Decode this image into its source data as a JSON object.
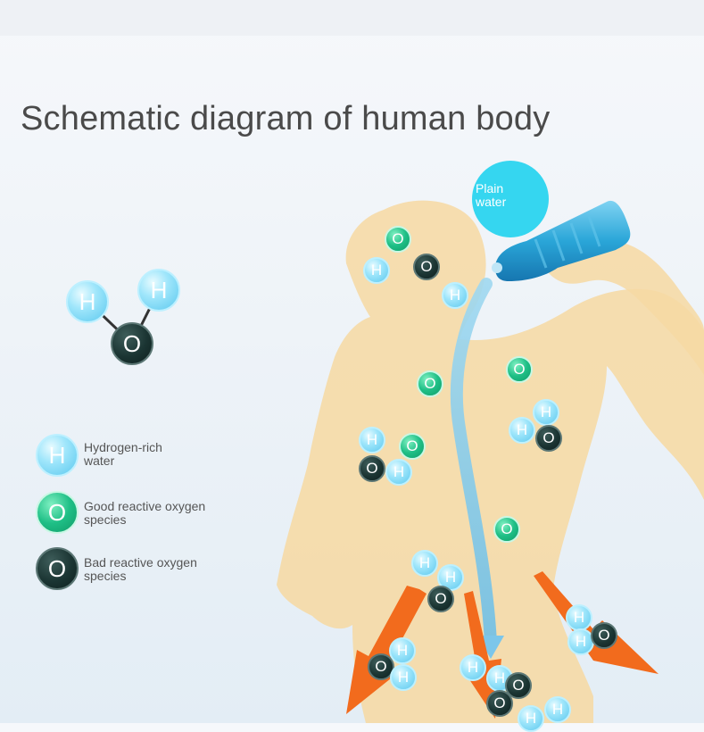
{
  "title": "Schematic diagram of human body",
  "bubble": {
    "line1": "Plain",
    "line2": "water"
  },
  "molecule_labels": {
    "h": "H",
    "o": "O"
  },
  "legend": [
    {
      "symbol": "H",
      "kind": "hydrogen",
      "line1": "Hydrogen-rich",
      "line2": "water"
    },
    {
      "symbol": "O",
      "kind": "good",
      "line1": "Good reactive oxygen",
      "line2": "species"
    },
    {
      "symbol": "O",
      "kind": "bad",
      "line1": "Bad reactive oxygen",
      "line2": "species"
    }
  ],
  "colors": {
    "hydrogen": "#5cc8ee",
    "good_oxygen": "#1fbf86",
    "bad_oxygen": "#1b3533",
    "body": "#f6d9a4",
    "arrow": "#f26b1d",
    "bubble": "#35d6f0",
    "bottle": "#2aa6d8"
  }
}
